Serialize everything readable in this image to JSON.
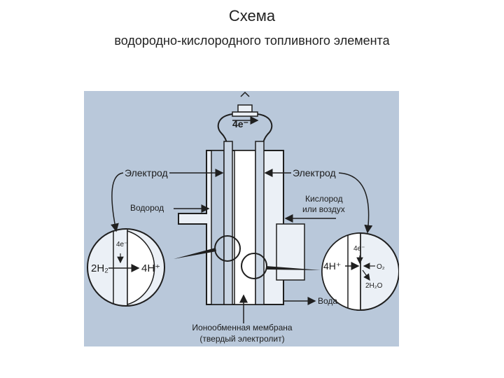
{
  "slide": {
    "title_line1": "Схема",
    "title_line2": "водородно-кислородного топливного элемента"
  },
  "diagram": {
    "electron_top": "4e⁻",
    "electrode_left": "Электрод",
    "electrode_right": "Электрод",
    "hydrogen": "Водород",
    "oxygen_line1": "Кислород",
    "oxygen_line2": "или воздух",
    "water": "Вода",
    "membrane_line1": "Ионообменная мембрана",
    "membrane_line2": "(твердый электролит)",
    "left_zoom": {
      "electron": "4e⁻",
      "reactant": "2H₂",
      "product": "4H⁺"
    },
    "right_zoom": {
      "electron": "4e⁻",
      "ion": "4H⁺",
      "oxygen": "O₂",
      "water": "2H₂O"
    },
    "colors": {
      "background": "#b9c8da",
      "line": "#1f1f1f",
      "fill_light": "#ebf0f6"
    }
  }
}
